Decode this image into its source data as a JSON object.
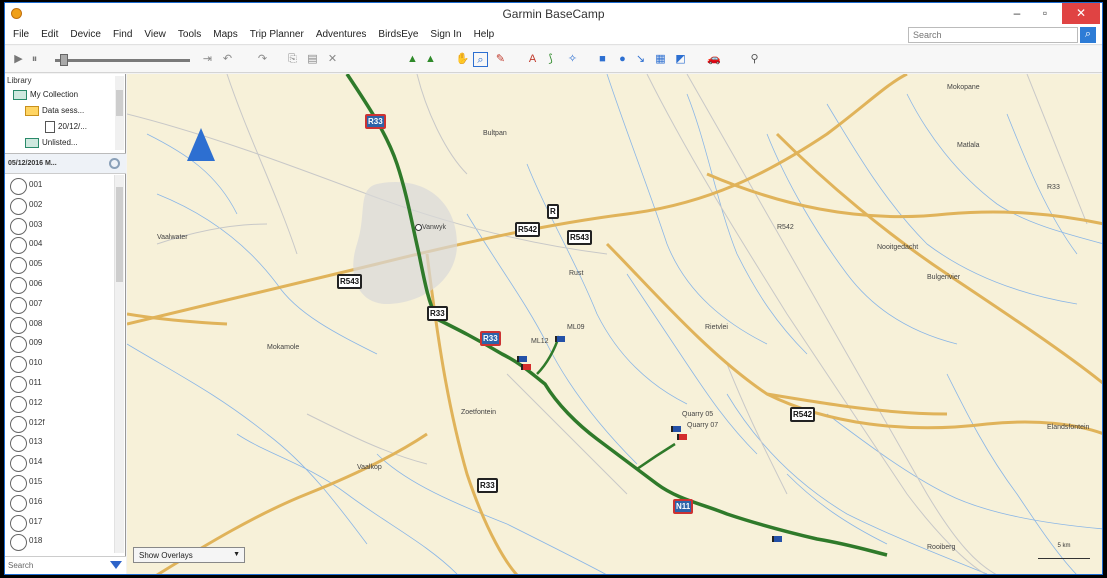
{
  "window": {
    "title": "Garmin BaseCamp",
    "min": "–",
    "max": "▫",
    "close": "✕"
  },
  "menu": [
    "File",
    "Edit",
    "Device",
    "Find",
    "View",
    "Tools",
    "Maps",
    "Trip Planner",
    "Adventures",
    "BirdsEye",
    "Sign In",
    "Help"
  ],
  "search": {
    "placeholder": "Search"
  },
  "toolbar_icons": [
    "play-icon",
    "pause-icon",
    "step-icon",
    "undo-icon",
    "redo-icon",
    "copy-icon",
    "paste-icon",
    "delete-icon",
    "mountain-icon",
    "hand-icon",
    "zoom-icon",
    "measure-icon",
    "route-icon",
    "square-icon",
    "map-icon",
    "car-icon",
    "pin-icon"
  ],
  "library": {
    "header": "Library",
    "tree": [
      {
        "label": "My Collection",
        "level": 1,
        "type": "folder-green"
      },
      {
        "label": "Data sess...",
        "level": 2,
        "type": "folder"
      },
      {
        "label": "20/12/...",
        "level": 3,
        "type": "doc"
      },
      {
        "label": "Unlisted...",
        "level": 2,
        "type": "folder-green"
      }
    ]
  },
  "list": {
    "header": "05/12/2016 M...",
    "items": [
      "001",
      "002",
      "003",
      "004",
      "005",
      "006",
      "007",
      "008",
      "009",
      "010",
      "011",
      "012",
      "012f",
      "013",
      "014",
      "015",
      "016",
      "017",
      "018"
    ]
  },
  "sidebar_search": {
    "placeholder": "Search"
  },
  "map": {
    "overlays_label": "Show Overlays",
    "shields": [
      {
        "text": "R33"
      },
      {
        "text": "R543"
      },
      {
        "text": "R"
      },
      {
        "text": "R542"
      },
      {
        "text": "R543"
      },
      {
        "text": "R33"
      },
      {
        "text": "R542"
      },
      {
        "text": "R33"
      },
      {
        "text": "R33"
      },
      {
        "text": "N11"
      }
    ],
    "labels": [
      "Vanwyk",
      "R33",
      "Bultpan",
      "R542",
      "Vaalwater",
      "Mokamole",
      "Bulgerivier",
      "Matlala",
      "Rust",
      "Nooitgedacht",
      "Quarry 05",
      "Quarry 07",
      "ML12",
      "ML09",
      "Elandsfontein",
      "Mokopane",
      "Rietvlei",
      "Zoetfontein",
      "Vaalkop",
      "Rooiberg"
    ],
    "scale": "5 km",
    "colors": {
      "land": "#f7f1d9",
      "road": "#e0b35a",
      "track": "#2f7a2a",
      "river": "#89b3e7"
    }
  }
}
